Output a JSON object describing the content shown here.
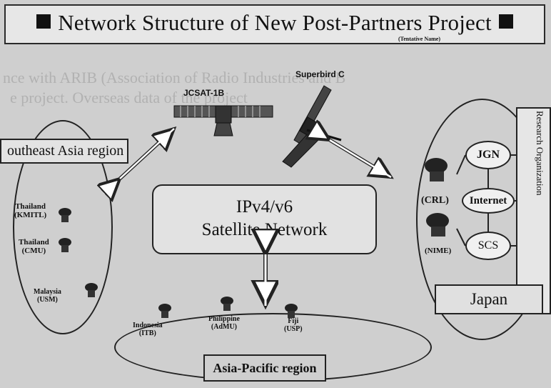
{
  "title": "Network Structure of New Post-Partners Project",
  "title_note": "(Tentative Name)",
  "satellites": [
    {
      "name": "JCSAT-1B"
    },
    {
      "name": "Superbird C"
    }
  ],
  "center_network": {
    "line1": "IPv4/v6",
    "line2": "Satellite Network"
  },
  "southeast": {
    "region_label": "outheast Asia region",
    "sites": [
      {
        "country": "Thailand",
        "code": "(KMITL)"
      },
      {
        "country": "Thailand",
        "code": "(CMU)"
      },
      {
        "country": "Malaysia",
        "code": "(USM)"
      }
    ]
  },
  "asia_pacific": {
    "region_label": "Asia-Pacific region",
    "sites": [
      {
        "country": "Indonesia",
        "code": "(ITB)"
      },
      {
        "country": "Philippine",
        "code": "(AdMU)"
      },
      {
        "country": "Fiji",
        "code": "(USP)"
      }
    ]
  },
  "japan": {
    "sites": [
      {
        "code": "(CRL)"
      },
      {
        "code": "(NIME)"
      }
    ],
    "networks": [
      "JGN",
      "Internet",
      "SCS"
    ],
    "label": "Japan",
    "research_label": "Research Organization"
  },
  "background_text": [
    "nce with ARIB (Association of Radio Industries and B",
    "e project. Overseas data of the project"
  ]
}
